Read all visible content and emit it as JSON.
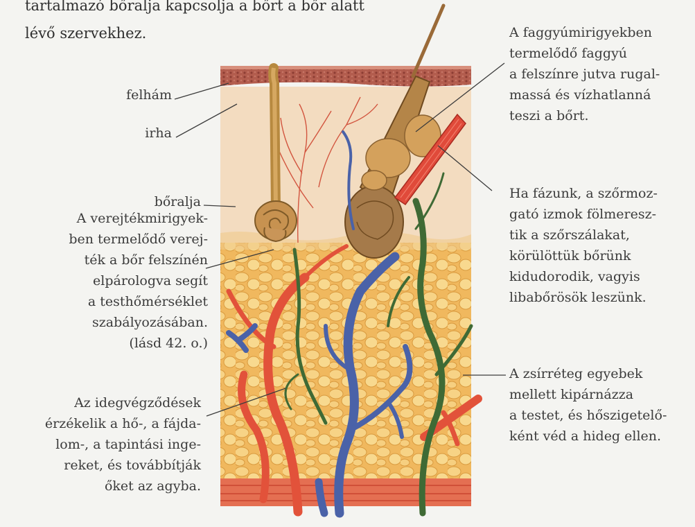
{
  "intro": {
    "line1": "tartalmazó bőralja kapcsolja a bőrt a bőr alatt",
    "line2": "lévő szervekhez."
  },
  "labels": {
    "felham": "felhám",
    "irha": "irha",
    "boralja": "bőralja"
  },
  "captions": {
    "sebum": [
      "A faggyúmirigyekben",
      "termelődő faggyú",
      "a felszínre jutva rugal-",
      "massá és vízhatlanná",
      "teszi a bőrt."
    ],
    "muscles": [
      "Ha fázunk, a szőrmoz-",
      "gató izmok fölmeresz-",
      "tik a szőrszálakat,",
      "körülöttük bőrünk",
      "kidudorodik, vagyis",
      "libabőrösök leszünk."
    ],
    "fat": [
      "A zsírréteg egyebek",
      "mellett kipárnázza",
      "a testet, és hőszigetelő-",
      "ként véd a hideg ellen."
    ],
    "sweat": [
      "A verejtékmirigyek-",
      "ben termelődő verej-",
      "ték a bőr felszínén",
      "elpárologva segít",
      "a testhőmérséklet",
      "szabályozásában.",
      "(lásd 42. o.)"
    ],
    "nerves": [
      "Az idegvégződések",
      "érzékelik a hő-, a fájda-",
      "lom-, a tapintási inge-",
      "reket, és továbbítják",
      "őket az agyba."
    ]
  },
  "colors": {
    "epidermis": "#a8564a",
    "dermis": "#f2d7b8",
    "fat": "#f2c267",
    "artery": "#e0503a",
    "vein": "#4a62a8",
    "nerve": "#3f6a35",
    "hair": "#8a5a2e"
  }
}
